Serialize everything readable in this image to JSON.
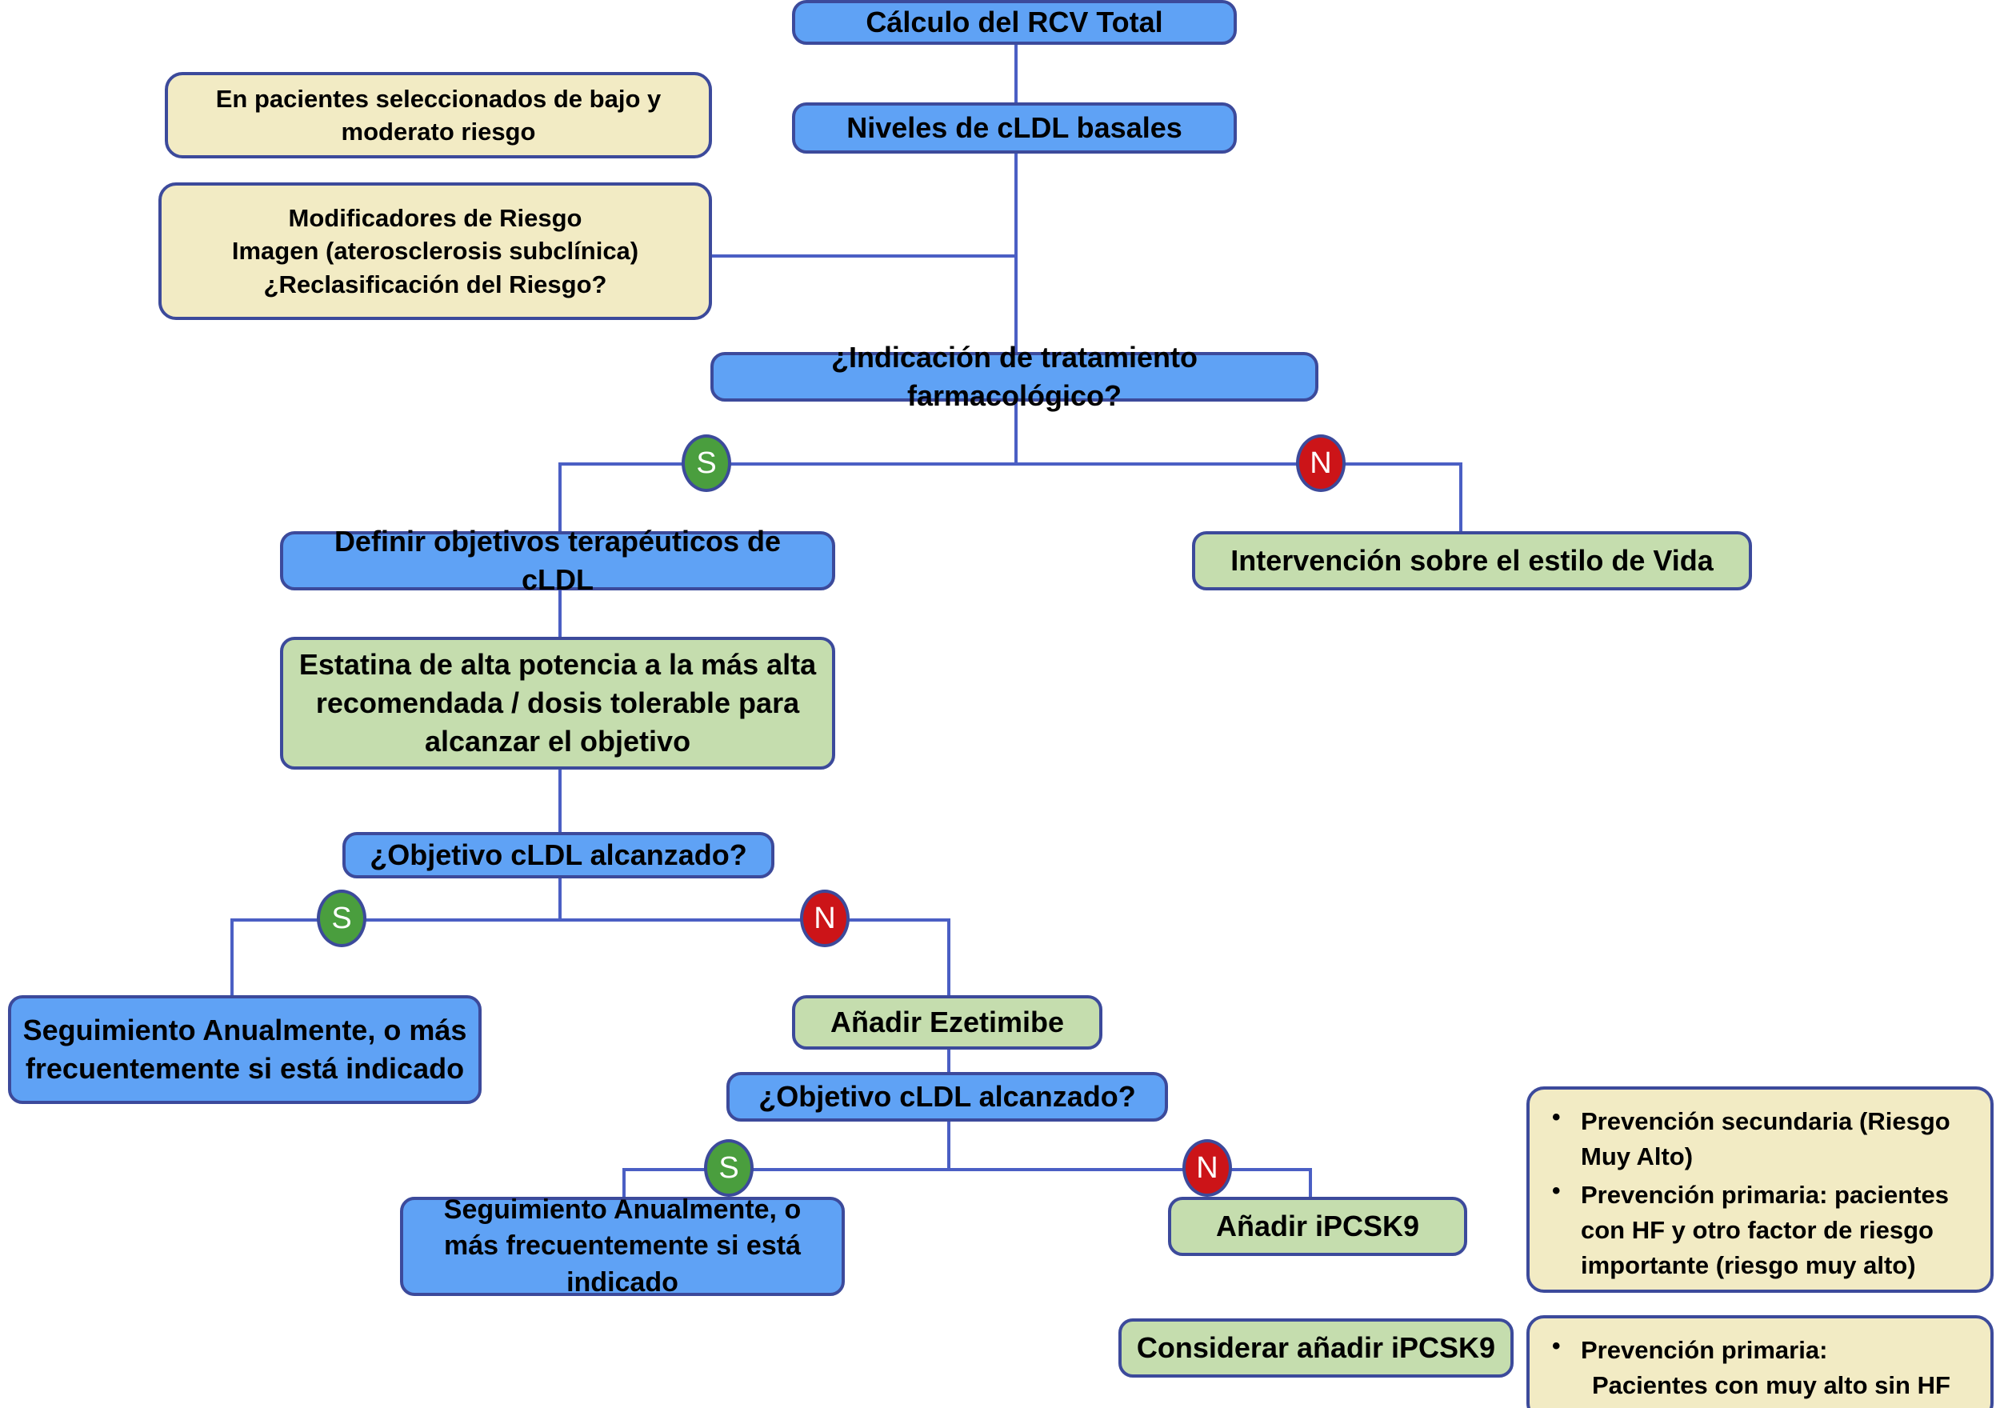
{
  "diagram": {
    "title": "Algoritmo de manejo del cLDL segun el RCV total",
    "colors": {
      "blue_fill": "#5fa2f5",
      "green_fill": "#c5ddae",
      "yellow_fill": "#f2ebc4",
      "border": "#3c4a9b",
      "connector": "#4b5fc4",
      "yes_marker": "#4a9e3e",
      "no_marker": "#cc1418",
      "text": "#000000"
    },
    "nodes": {
      "calculo_rcv": "Cálculo del RCV Total",
      "niveles_cldl": "Niveles de cLDL basales",
      "nota_bajo_moderado": "En pacientes seleccionados de bajo y moderato riesgo",
      "modificadores_l1": "Modificadores de Riesgo",
      "modificadores_l2": "Imagen (aterosclerosis subclínica)",
      "modificadores_l3": "¿Reclasificación del Riesgo?",
      "indicacion_tratamiento": "¿Indicación de tratamiento farmacológico?",
      "definir_objetivos": "Definir objetivos terapéuticos de cLDL",
      "intervencion_estilo_vida": "Intervención sobre el estilo de Vida",
      "estatina_alta_potencia": "Estatina de alta potencia a la más alta recomendada / dosis tolerable para alcanzar el objetivo",
      "objetivo_alcanzado_1": "¿Objetivo cLDL alcanzado?",
      "seguimiento_1": "Seguimiento Anualmente, o más frecuentemente si está indicado",
      "anadir_ezetimibe": "Añadir Ezetimibe",
      "objetivo_alcanzado_2": "¿Objetivo cLDL alcanzado?",
      "seguimiento_2": "Seguimiento Anualmente, o más frecuentemente si está indicado",
      "anadir_ipcsk9": "Añadir iPCSK9",
      "considerar_ipcsk9": "Considerar añadir iPCSK9"
    },
    "markers": {
      "yes": "S",
      "no": "N"
    },
    "notes": {
      "ipcsk9_indicaciones": [
        "Prevención secundaria (Riesgo Muy Alto)",
        "Prevención primaria: pacientes con HF y otro factor de riesgo importante (riesgo muy alto)"
      ],
      "considerar_indicaciones_lead": "Prevención primaria:",
      "considerar_indicaciones_sub": "Pacientes con muy alto sin HF"
    }
  }
}
